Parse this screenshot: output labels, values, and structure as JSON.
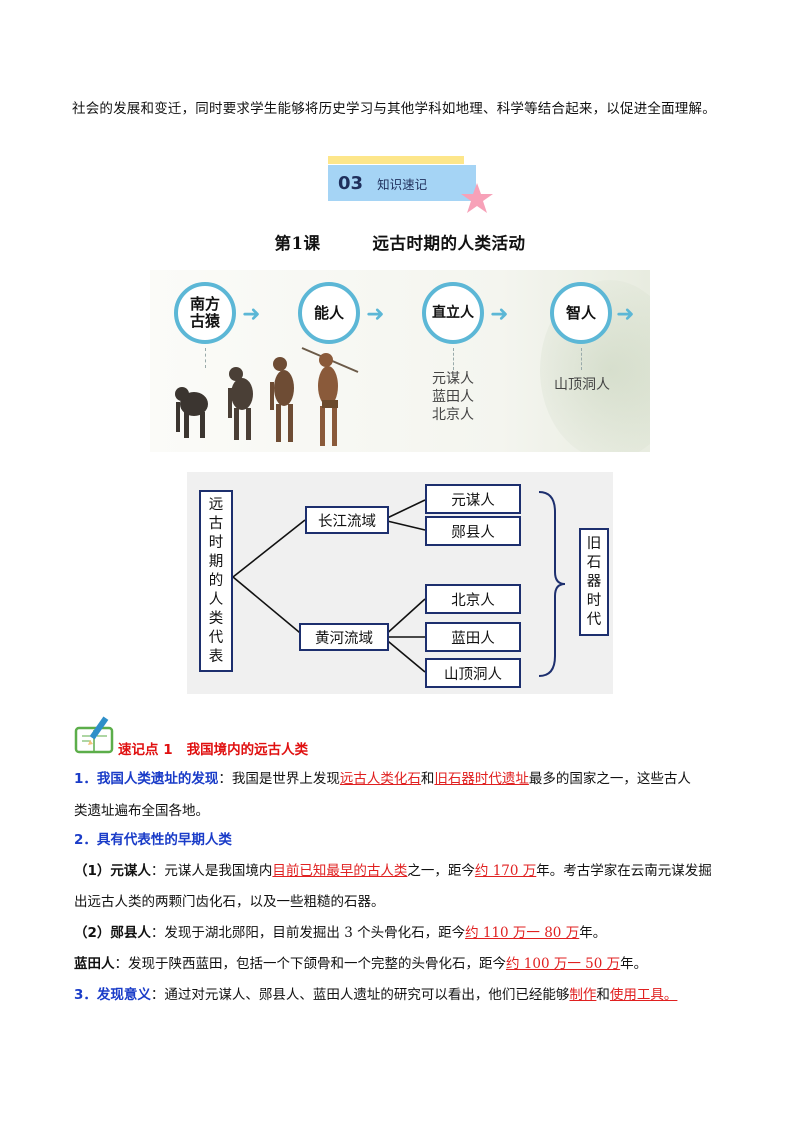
{
  "intro": "社会的发展和变迁，同时要求学生能够将历史学习与其他学科如地理、科学等结合起来，以促进全面理解。",
  "badge": {
    "number": "03",
    "text": "知识速记"
  },
  "lesson": {
    "number": "第1课",
    "title": "远古时期的人类活动"
  },
  "evolution": {
    "stage1_line1": "南方",
    "stage1_line2": "古猿",
    "stage2": "能人",
    "stage3": "直立人",
    "stage4": "智人",
    "zhili_examples": [
      "元谋人",
      "蓝田人",
      "北京人"
    ],
    "zhiren_example": "山顶洞人"
  },
  "tree": {
    "root_chars": [
      "远",
      "古",
      "时",
      "期",
      "的",
      "人",
      "类",
      "代",
      "表"
    ],
    "branch1": "长江流域",
    "branch2": "黄河流域",
    "leaves1": [
      "元谋人",
      "郧县人"
    ],
    "leaves2": [
      "北京人",
      "蓝田人",
      "山顶洞人"
    ],
    "era_chars": [
      "旧",
      "石",
      "器",
      "时",
      "代"
    ]
  },
  "kp": {
    "label": "速记点 1",
    "title": "我国境内的远古人类"
  },
  "p1": {
    "heading": "1．我国人类遗址的发现",
    "t1": "：我国是世界上发现",
    "r1": "远古人类化石",
    "t2": "和",
    "r2": "旧石器时代遗址",
    "t3": "最多的国家之一，这些古人",
    "t4": "类遗址遍布全国各地。"
  },
  "p2": {
    "heading": "2．具有代表性的早期人类"
  },
  "p3": {
    "heading": "（1）元谋人",
    "t1": "：元谋人是我国境内",
    "r1": "目前已知最早的古人类",
    "t2": "之一，距今",
    "r2": "约 170 万",
    "t3": "年。考古学家在云南元谋发掘",
    "t4": "出远古人类的两颗门齿化石，以及一些粗糙的石器。"
  },
  "p4": {
    "heading": "（2）郧县人",
    "t1": "：发现于湖北郧阳，目前发掘出 3 个头骨化石，距今",
    "r1": "约 110 万一 80 万",
    "t2": "年。"
  },
  "p5": {
    "heading": "蓝田人",
    "t1": "：发现于陕西蓝田，包括一个下颌骨和一个完整的头骨化石，距今",
    "r1": "约 100 万一 50 万",
    "t2": "年。"
  },
  "p6": {
    "heading": "3．发现意义",
    "t1": "：通过对元谋人、郧县人、蓝田人遗址的研究可以看出，他们已经能够",
    "r1": "制作",
    "t2": "和",
    "r2": "使用工具。"
  }
}
